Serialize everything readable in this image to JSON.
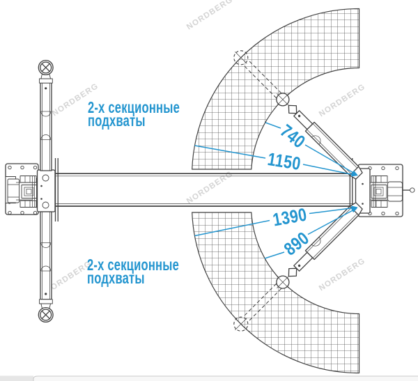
{
  "drawing": {
    "labels": {
      "top": {
        "line1": "2-х секционные",
        "line2": "подхваты"
      },
      "bottom": {
        "line1": "2-х секционные",
        "line2": "подхваты"
      }
    },
    "dimensions": {
      "top_arm_min": "740",
      "top_arm_max": "1150",
      "bottom_arm_max": "1390",
      "bottom_arm_min": "890"
    },
    "watermark": "NORDBERG",
    "colors": {
      "annotation_blue": "#2395cf",
      "drawing_line": "#3f3f3f",
      "watermark_gray": "#d4d4d4",
      "hatch_line": "#4a4a4a"
    }
  }
}
